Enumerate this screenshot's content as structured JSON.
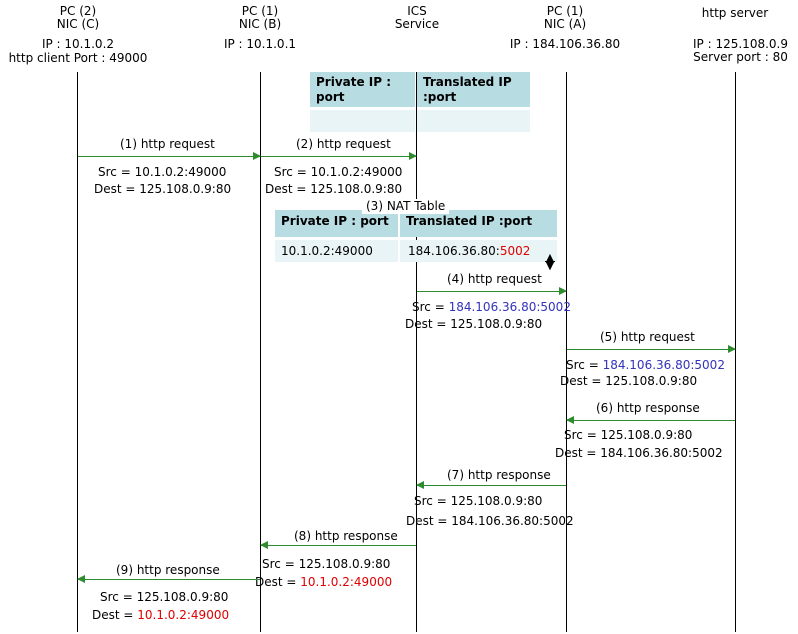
{
  "participants": [
    {
      "name": "PC (2)",
      "nic": "NIC (C)",
      "ip": "IP : 10.1.0.2",
      "extra": "http client Port : 49000"
    },
    {
      "name": "PC (1)",
      "nic": "NIC (B)",
      "ip": "IP : 10.1.0.1",
      "extra": ""
    },
    {
      "name": "ICS",
      "nic": "Service",
      "ip": "",
      "extra": ""
    },
    {
      "name": "PC (1)",
      "nic": "NIC (A)",
      "ip": "IP : 184.106.36.80",
      "extra": ""
    },
    {
      "name": "http server",
      "nic": "",
      "ip": "IP : 125.108.0.9",
      "extra": "Server port : 80"
    }
  ],
  "nat_table_empty": {
    "col1": "Private IP :",
    "col1b": "port",
    "col2": "Translated IP",
    "col2b": ":port"
  },
  "nat_table_filled": {
    "title": "(3) NAT Table",
    "col1": "Private IP : port",
    "col2": "Translated IP :port",
    "row_private": "10.1.0.2:49000",
    "row_translated_ip": "184.106.36.80:",
    "row_translated_port": "5002"
  },
  "messages": [
    {
      "label": "(1) http request",
      "src": "Src = 10.1.0.2:49000",
      "dest": "Dest = 125.108.0.9:80"
    },
    {
      "label": "(2) http request",
      "src": "Src = 10.1.0.2:49000",
      "dest": "Dest = 125.108.0.9:80"
    },
    {
      "label": "(4) http request",
      "src_prefix": "Src = ",
      "src_value": "184.106.36.80:5002",
      "dest": "Dest = 125.108.0.9:80"
    },
    {
      "label": "(5) http request",
      "src_prefix": "Src = ",
      "src_value": "184.106.36.80:5002",
      "dest": "Dest = 125.108.0.9:80"
    },
    {
      "label": "(6) http response",
      "src": "Src = 125.108.0.9:80",
      "dest": "Dest = 184.106.36.80:5002"
    },
    {
      "label": "(7) http response",
      "src": "Src = 125.108.0.9:80",
      "dest": "Dest = 184.106.36.80:5002"
    },
    {
      "label": "(8) http response",
      "src": "Src = 125.108.0.9:80",
      "dest_prefix": "Dest = ",
      "dest_value": "10.1.0.2:49000"
    },
    {
      "label": "(9) http response",
      "src": "Src = 125.108.0.9:80",
      "dest_prefix": "Dest = ",
      "dest_value": "10.1.0.2:49000"
    }
  ],
  "colors": {
    "arrow": "#2e8b2e",
    "table_header": "#b7dde3",
    "table_cell": "#e9f4f6",
    "highlight_red": "#e00000",
    "highlight_blue": "#3333bb"
  },
  "icons": {
    "cursor": "resize-vertical-icon"
  }
}
